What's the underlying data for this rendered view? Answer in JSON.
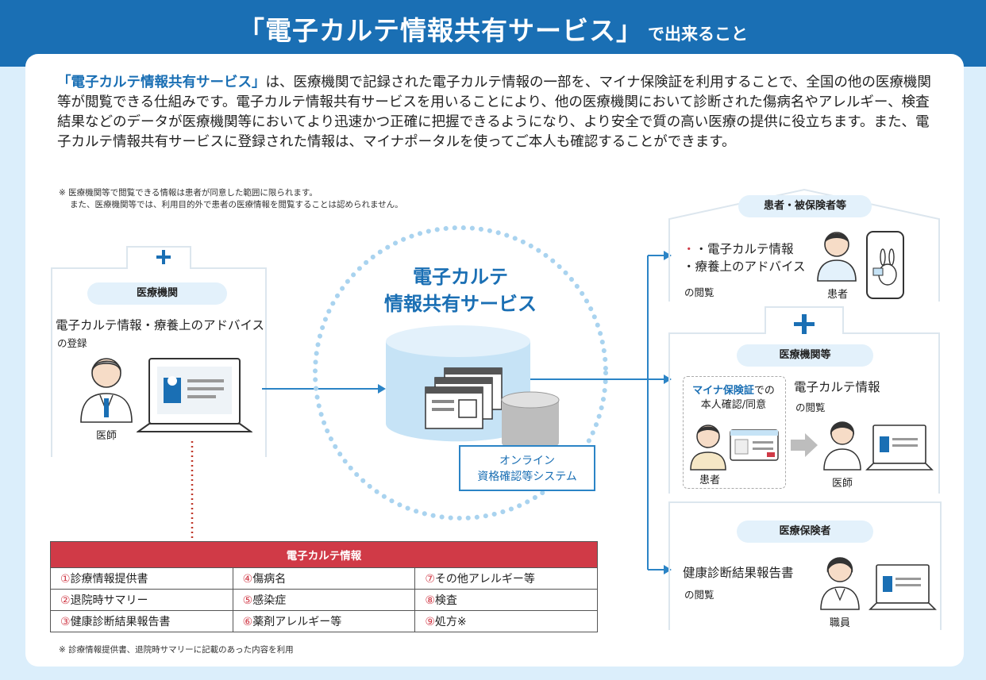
{
  "header": {
    "title": "「電子カルテ情報共有サービス」",
    "subtitle": "で出来ること",
    "color": "#1a6fb4"
  },
  "intro": {
    "highlight": "「電子カルテ情報共有サービス」",
    "body": "は、医療機関で記録された電子カルテ情報の一部を、マイナ保険証を利用することで、全国の他の医療機関等が閲覧できる仕組みです。電子カルテ情報共有サービスを用いることにより、他の医療機関において診断された傷病名やアレルギー、検査結果などのデータが医療機関等においてより迅速かつ正確に把握できるようになり、より安全で質の高い医療の提供に役立ちます。また、電子カルテ情報共有サービスに登録された情報は、マイナポータルを使ってご本人も確認することができます。"
  },
  "notes": {
    "top_line1": "※ 医療機関等で閲覧できる情報は患者が同意した範囲に限られます。",
    "top_line2": "また、医療機関等では、利用目的外で患者の医療情報を閲覧することは認められません。",
    "bottom": "※ 診療情報提供書、退院時サマリーに記載のあった内容を利用"
  },
  "left": {
    "label": "医療機関",
    "main_text": "電子カルテ情報・療養上のアドバイス",
    "sub_text": "の登録",
    "person": "医師"
  },
  "center": {
    "title_line1": "電子カルテ",
    "title_line2": "情報共有サービス",
    "system_line1": "オンライン",
    "system_line2": "資格確認等システム"
  },
  "right_patient": {
    "label": "患者・被保険者等",
    "item1": "・電子カルテ情報",
    "item2": "・療養上のアドバイス",
    "sub_text": "の閲覧",
    "person": "患者"
  },
  "right_institution": {
    "label": "医療機関等",
    "mynumber_highlight": "マイナ保険証",
    "mynumber_suffix": "での",
    "mynumber_line2": "本人確認/同意",
    "patient": "患者",
    "main_text": "電子カルテ情報",
    "sub_text": "の閲覧",
    "person": "医師"
  },
  "right_insurer": {
    "label": "医療保険者",
    "main_text": "健康診断結果報告書",
    "sub_text": "の閲覧",
    "person": "職員"
  },
  "ehr_table": {
    "header": "電子カルテ情報",
    "rows": [
      [
        {
          "n": "①",
          "t": "診療情報提供書"
        },
        {
          "n": "④",
          "t": "傷病名"
        },
        {
          "n": "⑦",
          "t": "その他アレルギー等"
        }
      ],
      [
        {
          "n": "②",
          "t": "退院時サマリー"
        },
        {
          "n": "⑤",
          "t": "感染症"
        },
        {
          "n": "⑧",
          "t": "検査"
        }
      ],
      [
        {
          "n": "③",
          "t": "健康診断結果報告書"
        },
        {
          "n": "⑥",
          "t": "薬剤アレルギー等"
        },
        {
          "n": "⑨",
          "t": "処方※"
        }
      ]
    ]
  }
}
